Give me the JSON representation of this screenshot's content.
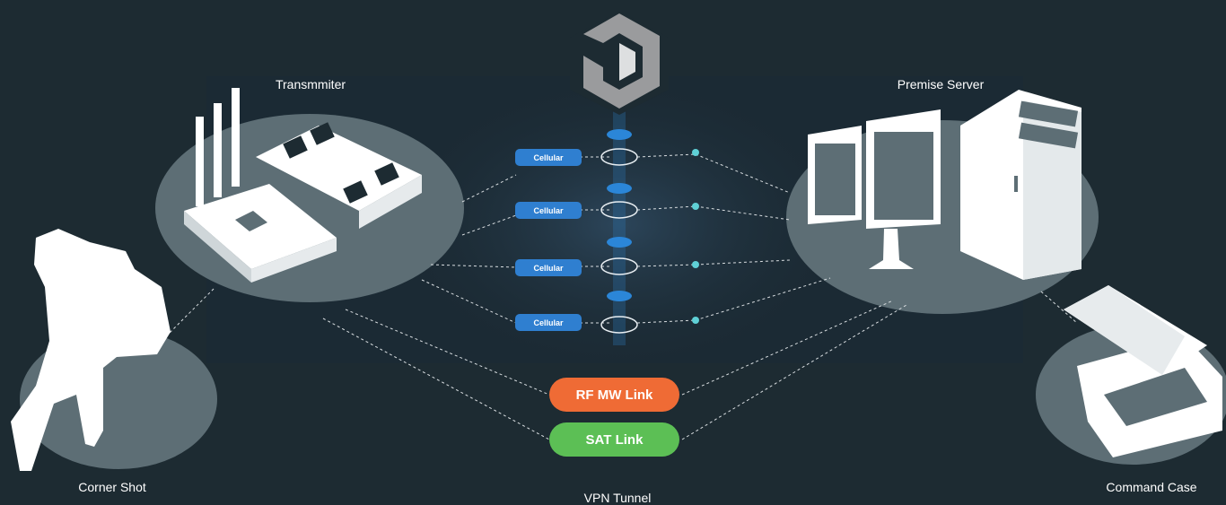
{
  "labels": {
    "transmitter": "Transmmiter",
    "premise_server": "Premise Server",
    "corner_shot": "Corner Shot",
    "command_case": "Command Case",
    "vpn_tunnel": "VPN Tunnel"
  },
  "links": {
    "cellular": [
      "Cellular",
      "Cellular",
      "Cellular",
      "Cellular"
    ],
    "rf": "RF MW Link",
    "sat": "SAT Link"
  },
  "colors": {
    "background": "#1d2b32",
    "node_disc": "#5d6e75",
    "cellular": "#2f7fd0",
    "rf": "#ef6b35",
    "sat": "#5cbf55",
    "logo": "#9a9b9d"
  },
  "icons": [
    "logo-icon",
    "router-icon",
    "server-icon",
    "rifle-icon",
    "case-icon"
  ]
}
